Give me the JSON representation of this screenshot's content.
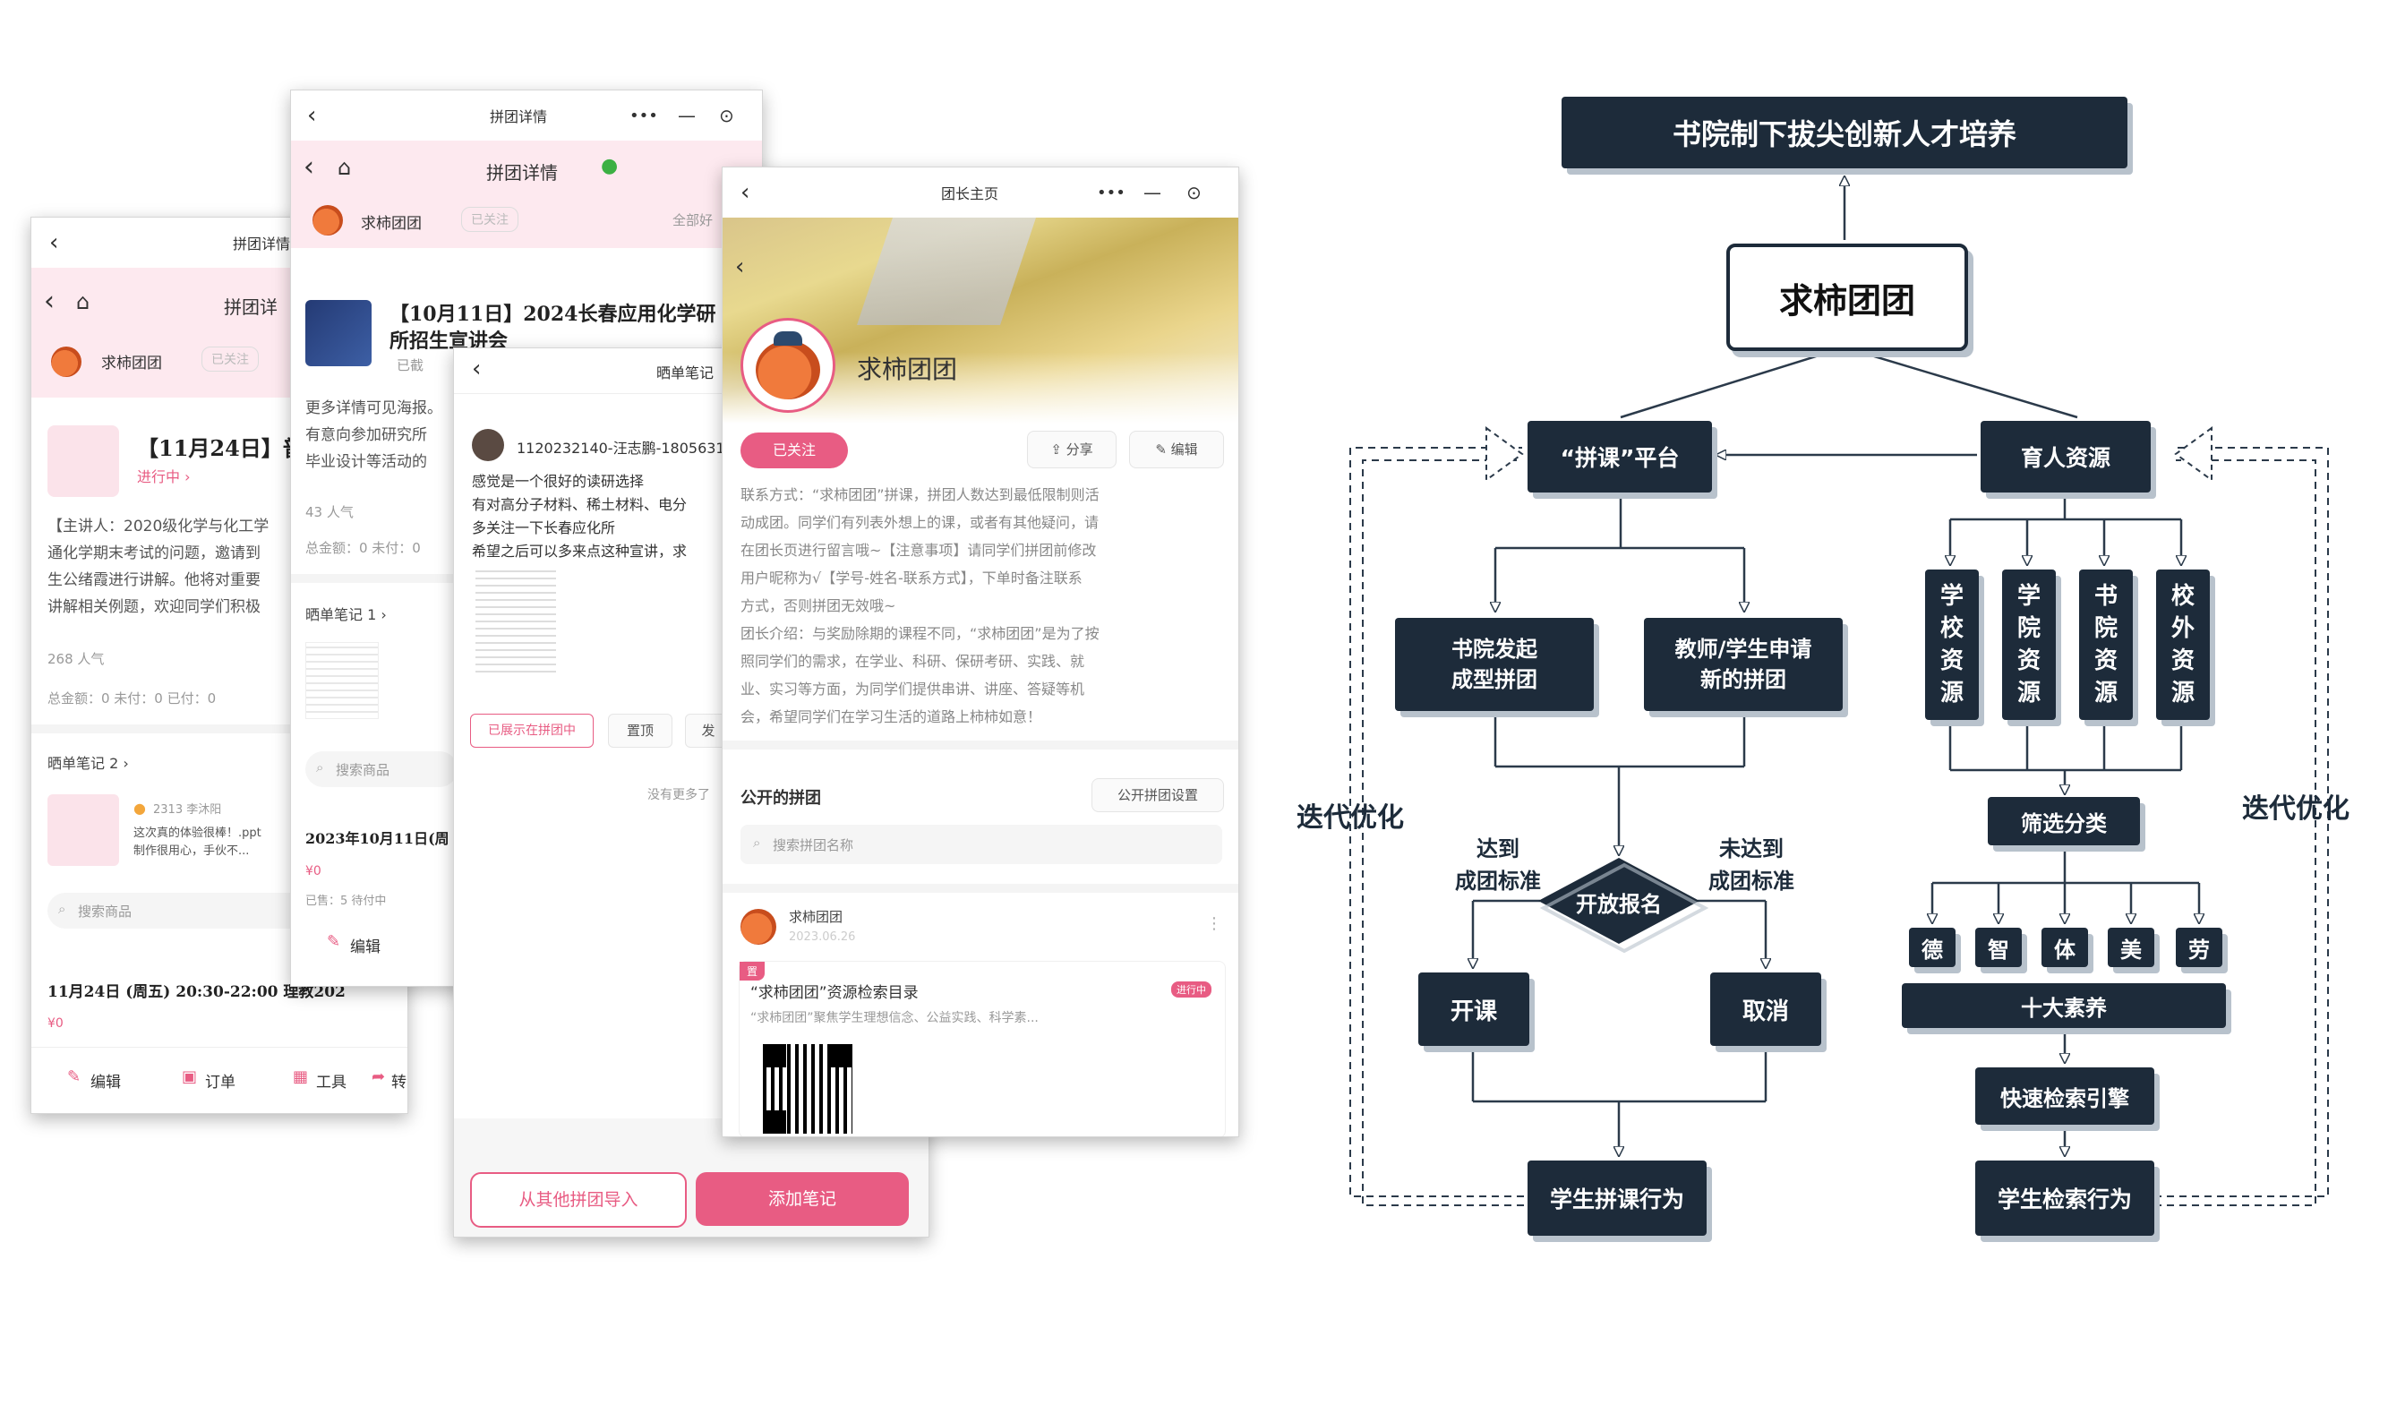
{
  "win1": {
    "title": "拼团详情",
    "header_title": "拼团详",
    "group_name": "求柿团团",
    "follow": "已关注",
    "event_title": "【11月24日】普",
    "status": "进行中 ›",
    "desc": [
      "【主讲人：2020级化学与化工学",
      "通化学期末考试的问题，邀请到",
      "生公绪霞进行讲解。他将对重要",
      "讲解相关例题，欢迎同学们积极"
    ],
    "popularity": "268 人气",
    "stats": "总金额：0  未付：0  已付：0",
    "notes_header": "晒单笔记 2 ›",
    "note_user": "2313 李沐阳",
    "note_text": [
      "这次真的体验很棒！.ppt",
      "制作很用心，手伙不..."
    ],
    "search_placeholder": "搜索商品",
    "schedule": "11月24日 (周五) 20:30-22:00 理教202",
    "price": "¥0",
    "bottom": [
      "编辑",
      "订单",
      "工具",
      "转"
    ]
  },
  "win2": {
    "title": "拼团详情",
    "header_title": "拼团详情",
    "group_name": "求柿团团",
    "follow": "已关注",
    "all_label": "全部好",
    "event_title_1": "【10月11日】2024长春应用化学研",
    "event_title_2": "所招生宣讲会",
    "ended": "已截",
    "desc": [
      "更多详情可见海报。",
      "有意向参加研究所",
      "毕业设计等活动的"
    ],
    "popularity": "43 人气",
    "stats": "总金额：0  未付：0",
    "notes_header": "晒单笔记 1 ›",
    "search_placeholder": "搜索商品",
    "schedule": "2023年10月11日(周",
    "price": "¥0",
    "sold": "已售：5  待付中",
    "edit": "编辑"
  },
  "win3": {
    "header_title": "晒单笔记",
    "user": "1120232140-汪志鹏-1805631",
    "text": [
      "感觉是一个很好的读研选择",
      "有对高分子材料、稀土材料、电分",
      "多关注一下长春应化所",
      "希望之后可以多来点这种宣讲，求"
    ],
    "shown": "已展示在拼团中",
    "pin": "置顶",
    "publish": "发",
    "no_more": "没有更多了",
    "import_btn": "从其他拼团导入",
    "add_btn": "添加笔记"
  },
  "win4": {
    "title": "团长主页",
    "name": "求柿团团",
    "follow": "已关注",
    "share": "分享",
    "edit": "编辑",
    "desc": [
      "联系方式：“求柿团团”拼课，拼团人数达到最低限制则活",
      "动成团。同学们有列表外想上的课，或者有其他疑问，请",
      "在团长页进行留言哦~【注意事项】请同学们拼团前修改",
      "用户昵称为√【学号-姓名-联系方式】，下单时备注联系",
      "方式，否则拼团无效哦~",
      "团长介绍：与奖励除期的课程不同，“求柿团团”是为了按",
      "照同学们的需求，在学业、科研、保研考研、实践、就",
      "业、实习等方面，为同学们提供串讲、讲座、答疑等机",
      "会，希望同学们在学习生活的道路上柿柿如意！"
    ],
    "public_groups": "公开的拼团",
    "settings_btn": "公开拼团设置",
    "search_placeholder": "搜索拼团名称",
    "list_name": "求柿团团",
    "list_date": "2023.06.26",
    "item_tag": "置",
    "item_title": "“求柿团团”资源检索目录",
    "item_status": "进行中",
    "item_desc": "“求柿团团”聚焦学生理想信念、公益实践、科学素..."
  },
  "flow": {
    "top": "书院制下拔尖创新人才培养",
    "core": "求柿团团",
    "platform": "“拼课”平台",
    "resources": "育人资源",
    "college_initiated": [
      "书院发起",
      "成型拼团"
    ],
    "teacher_apply": [
      "教师/学生申请",
      "新的拼团"
    ],
    "decision": "开放报名",
    "reach": [
      "达到",
      "成团标准"
    ],
    "not_reach": [
      "未达到",
      "成团标准"
    ],
    "open": "开课",
    "cancel": "取消",
    "student_behavior": "学生拼课行为",
    "res_school": "学校资源",
    "res_college": "学院资源",
    "res_academy": "书院资源",
    "res_outside": "校外资源",
    "filter": "筛选分类",
    "virtues": [
      "德",
      "智",
      "体",
      "美",
      "劳"
    ],
    "ten_qualities": "十大素养",
    "engine": "快速检索引擎",
    "search_behavior": "学生检索行为",
    "iterate": "迭代优化"
  }
}
